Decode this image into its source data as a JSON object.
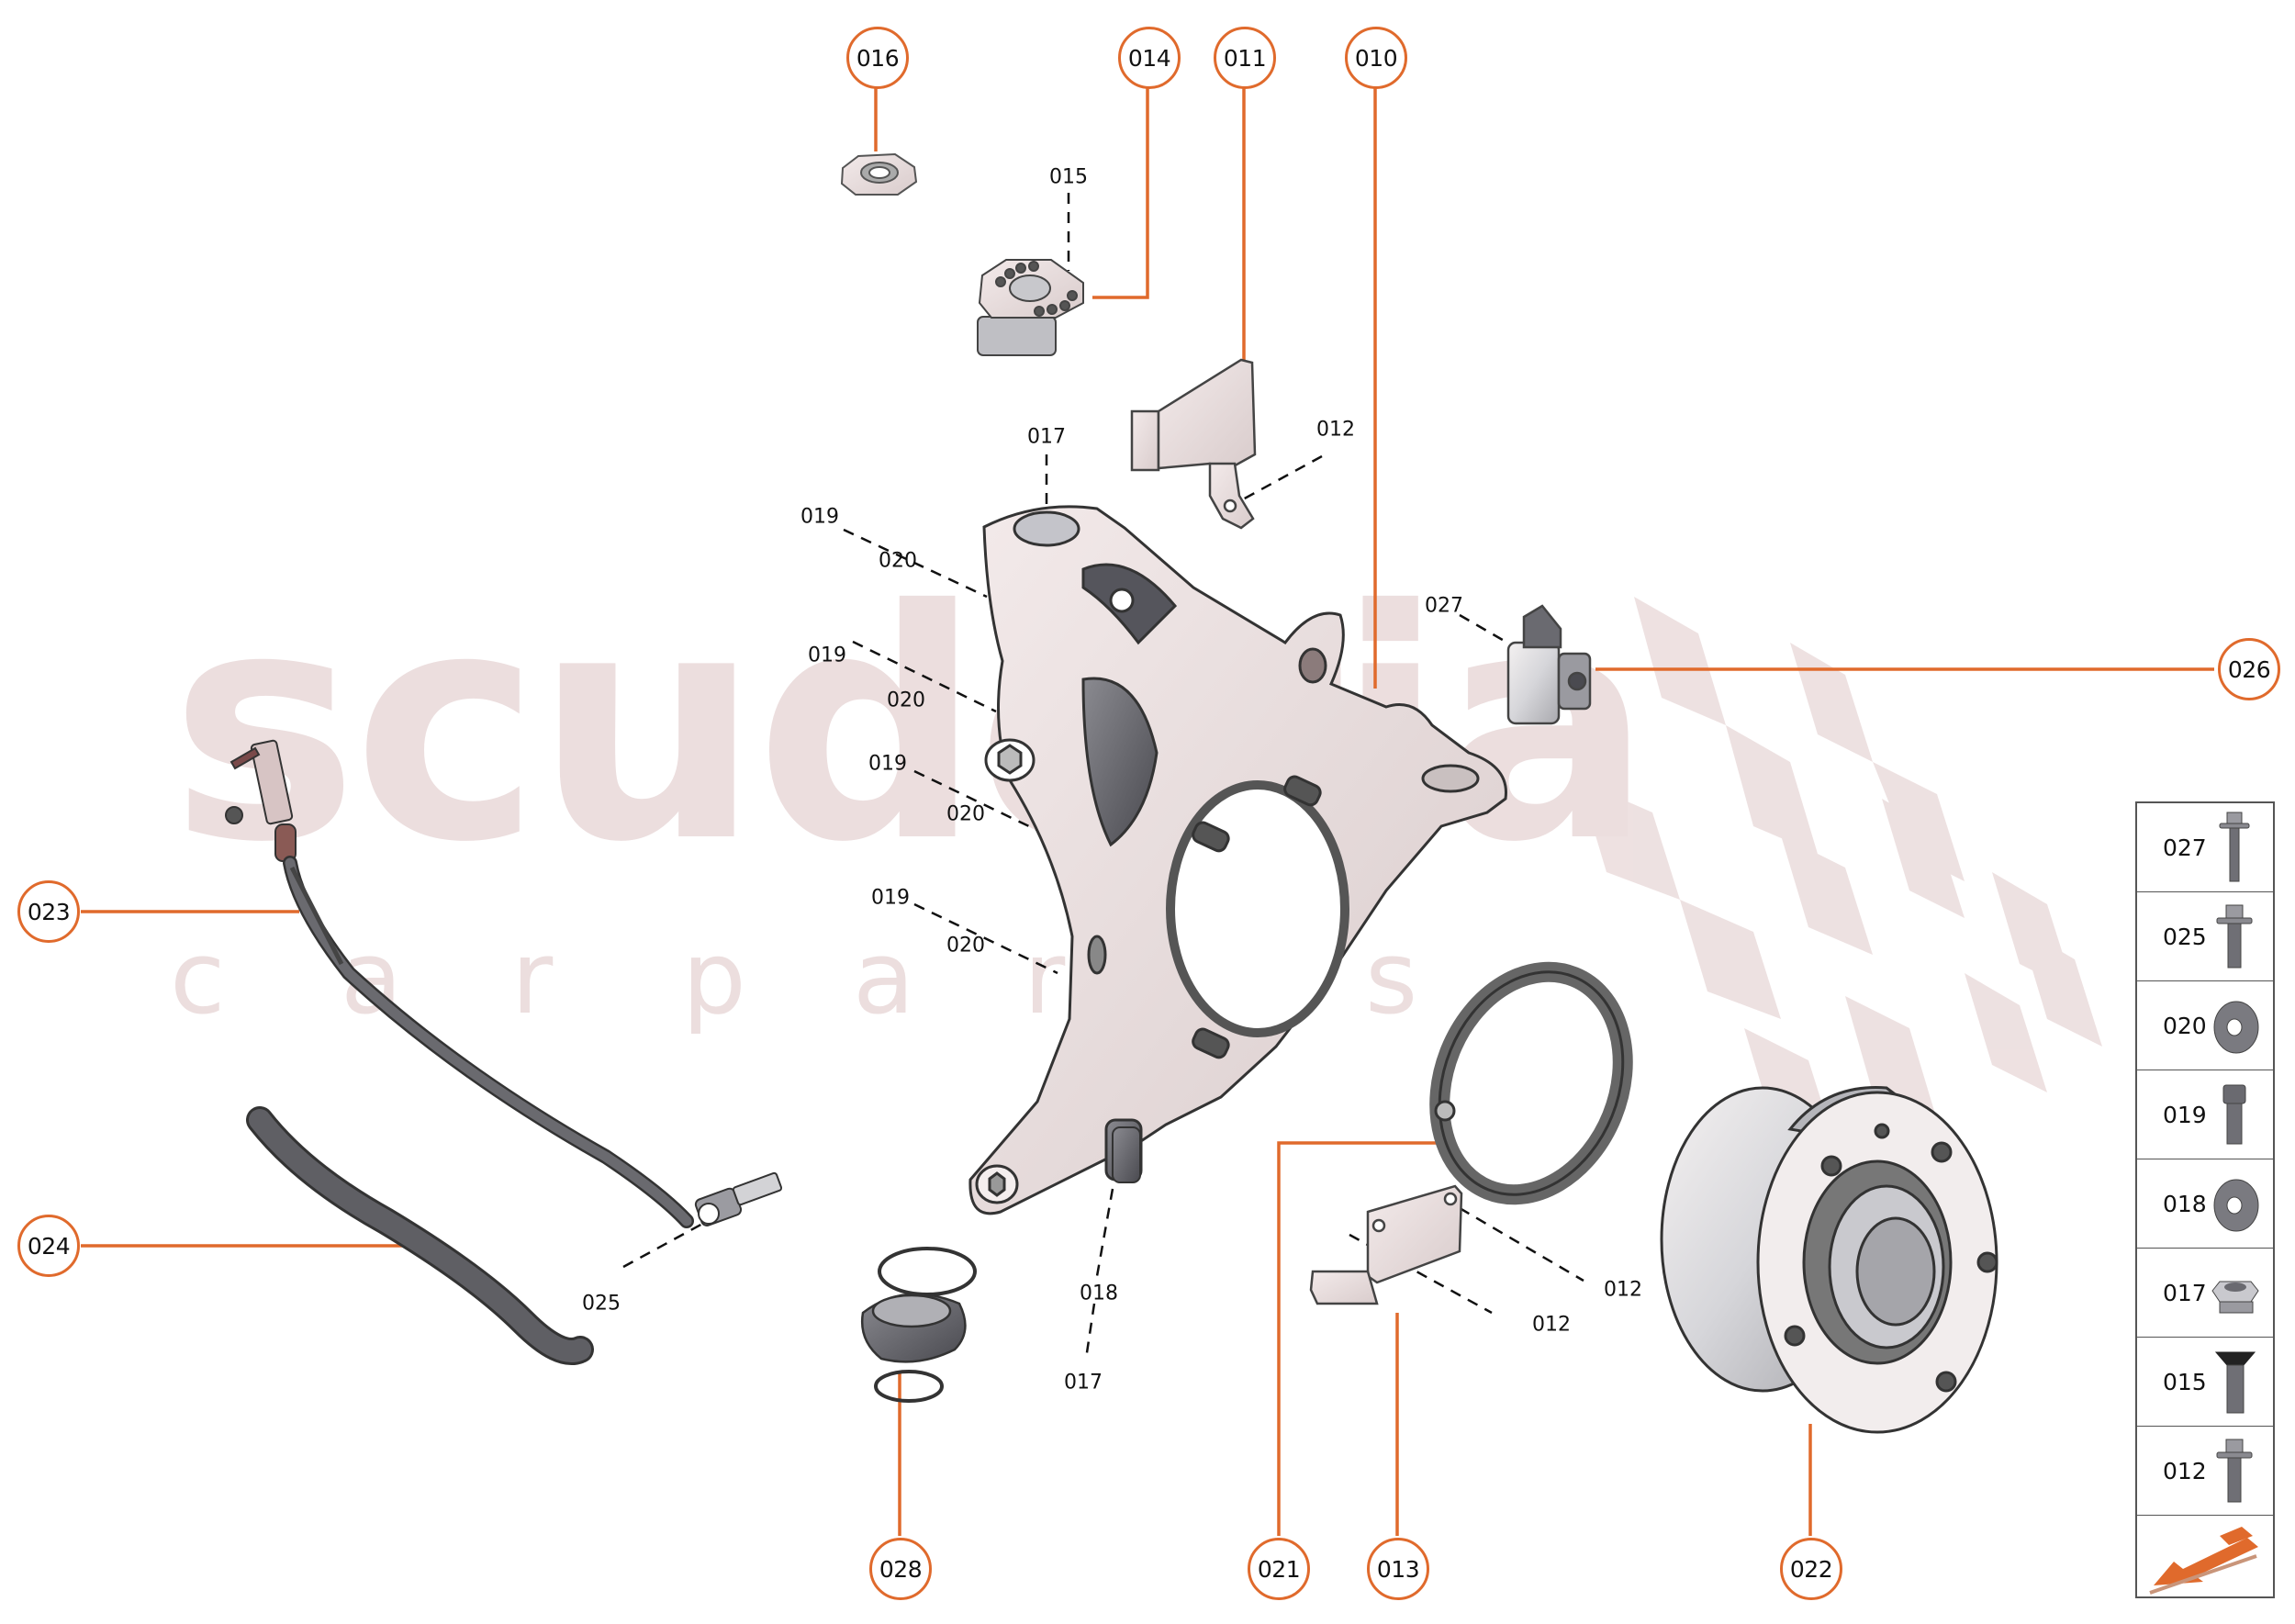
{
  "diagram": {
    "title": "Steering knuckle / wheel hub assembly — exploded parts view",
    "accent_color": "#e06a2c",
    "leader_color": "#e06a2c",
    "watermark": {
      "main": "scuderia",
      "sub": [
        "c",
        "a",
        "r",
        "p",
        "a",
        "r",
        "t",
        "s"
      ],
      "color": "#ecdede"
    }
  },
  "callouts": [
    {
      "id": "016",
      "label": "016"
    },
    {
      "id": "014",
      "label": "014"
    },
    {
      "id": "011",
      "label": "011"
    },
    {
      "id": "010",
      "label": "010"
    },
    {
      "id": "026",
      "label": "026"
    },
    {
      "id": "023",
      "label": "023"
    },
    {
      "id": "024",
      "label": "024"
    },
    {
      "id": "028",
      "label": "028"
    },
    {
      "id": "021",
      "label": "021"
    },
    {
      "id": "013",
      "label": "013"
    },
    {
      "id": "022",
      "label": "022"
    }
  ],
  "sublabels": [
    {
      "label": "015"
    },
    {
      "label": "017"
    },
    {
      "label": "012"
    },
    {
      "label": "019"
    },
    {
      "label": "020"
    },
    {
      "label": "019"
    },
    {
      "label": "020"
    },
    {
      "label": "019"
    },
    {
      "label": "020"
    },
    {
      "label": "019"
    },
    {
      "label": "020"
    },
    {
      "label": "027"
    },
    {
      "label": "025"
    },
    {
      "label": "018"
    },
    {
      "label": "017"
    },
    {
      "label": "012"
    },
    {
      "label": "012"
    }
  ],
  "legend": {
    "items": [
      {
        "number": "027",
        "icon": "flange-bolt-long-icon"
      },
      {
        "number": "025",
        "icon": "flange-bolt-icon"
      },
      {
        "number": "020",
        "icon": "washer-icon"
      },
      {
        "number": "019",
        "icon": "socket-head-bolt-icon"
      },
      {
        "number": "018",
        "icon": "washer-icon"
      },
      {
        "number": "017",
        "icon": "flange-nut-icon"
      },
      {
        "number": "015",
        "icon": "countersunk-screw-icon"
      },
      {
        "number": "012",
        "icon": "flange-bolt-icon"
      }
    ],
    "footer_icon": "orientation-arrow-icon"
  }
}
